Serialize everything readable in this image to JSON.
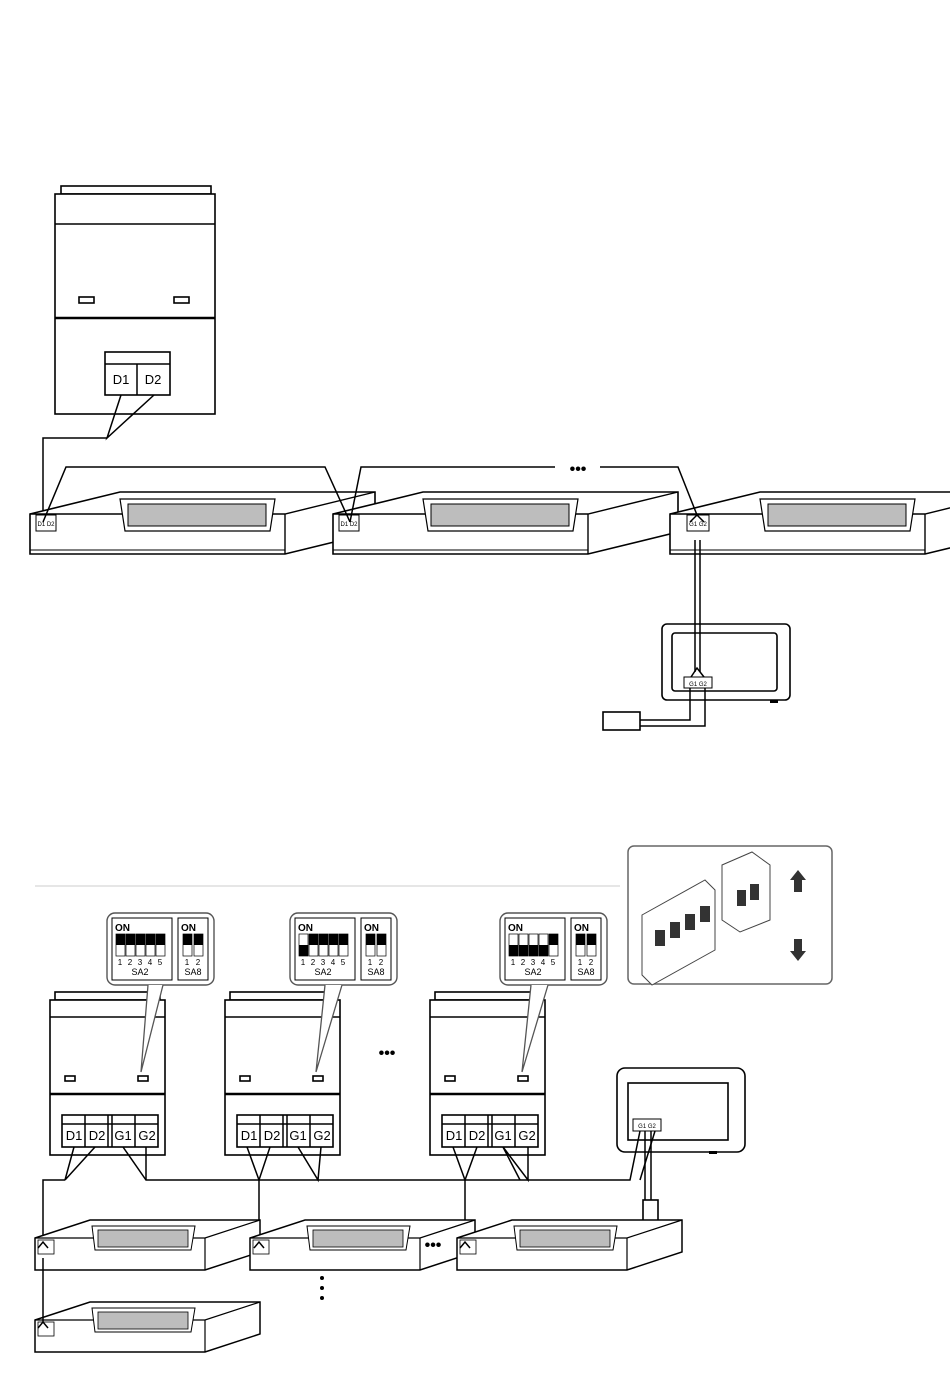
{
  "terminals": {
    "d1": "D1",
    "d2": "D2",
    "g1": "G1",
    "g2": "G2",
    "d1d2_small": "D1 D2",
    "g1g2_small": "G1 G2"
  },
  "ellipsis": "•••",
  "dip": {
    "on": "ON",
    "sa2": "SA2",
    "sa8": "SA8",
    "sa2_numbers": [
      "1",
      "2",
      "3",
      "4",
      "5"
    ],
    "sa8_numbers": [
      "1",
      "2"
    ]
  },
  "arrows": {
    "up": "up-arrow-icon",
    "down": "down-arrow-icon"
  },
  "colors": {
    "line": "#000000",
    "panel_fill": "#ffffff",
    "grille_fill": "#bdbdbd",
    "gray_rule": "#e6e6e6"
  }
}
